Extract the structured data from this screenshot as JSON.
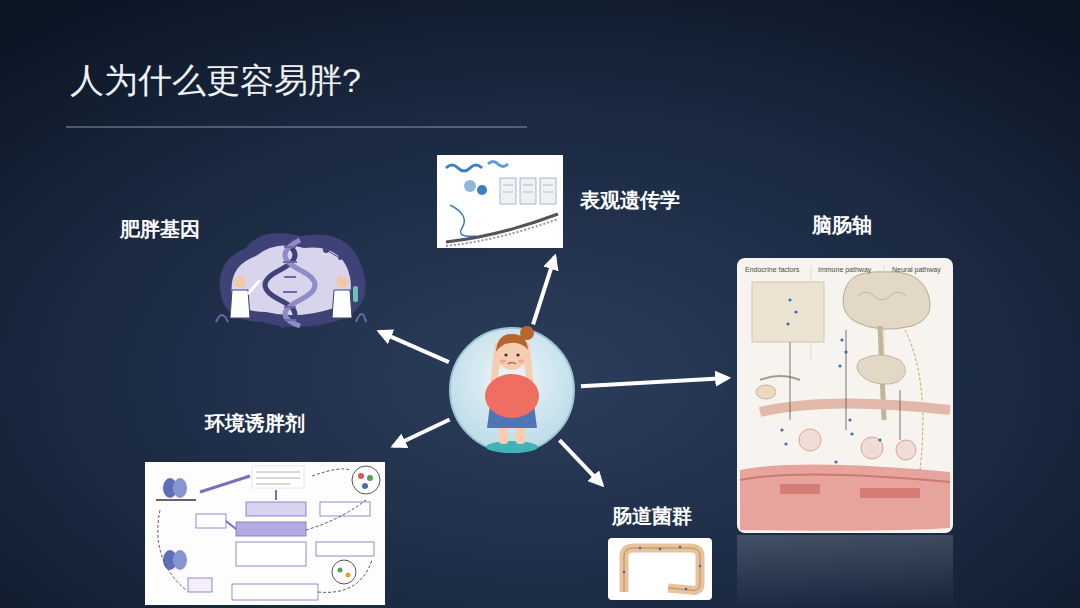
{
  "diagram": {
    "title": "人为什么更容易胖?",
    "nodes": [
      {
        "text": []
      },
      {
        "text": [
          "肥胖基因"
        ]
      },
      {
        "text": [
          "表观遗传学"
        ]
      },
      {
        "text": [
          "脑肠轴"
        ]
      },
      {
        "text": [
          "环境诱胖剂"
        ]
      },
      {
        "text": [
          "肠道菌群"
        ]
      }
    ],
    "edges": [
      {
        "from": 0,
        "to": 1,
        "arrow": "to"
      },
      {
        "from": 0,
        "to": 2,
        "arrow": "to"
      },
      {
        "from": 0,
        "to": 3,
        "arrow": "to"
      },
      {
        "from": 0,
        "to": 4,
        "arrow": "to"
      },
      {
        "from": 0,
        "to": 5,
        "arrow": "to"
      }
    ],
    "labels": [
      "Endocrine factors",
      "Immune pathway",
      "Neural pathway"
    ]
  }
}
